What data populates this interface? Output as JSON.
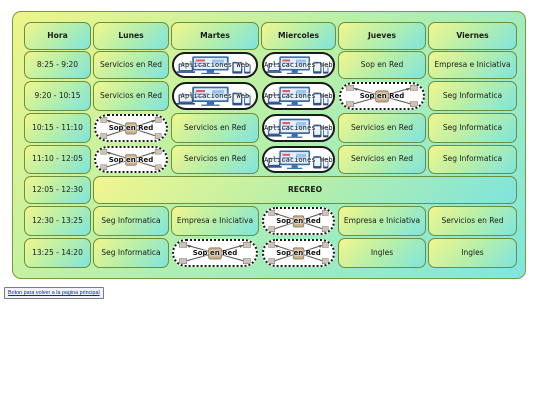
{
  "timetable": {
    "headers": [
      "Hora",
      "Lunes",
      "Martes",
      "Miercoles",
      "Jueves",
      "Viernes"
    ],
    "rows": [
      {
        "hora": "8:25 - 9:20",
        "cells": [
          {
            "type": "text",
            "label": "Servicios en Red"
          },
          {
            "type": "app",
            "label": "Aplicaciones Web"
          },
          {
            "type": "app",
            "label": "Aplicaciones Web"
          },
          {
            "type": "text",
            "label": "Sop en Red"
          },
          {
            "type": "text",
            "label": "Empresa e Iniciativa"
          }
        ]
      },
      {
        "hora": "9:20 - 10:15",
        "cells": [
          {
            "type": "text",
            "label": "Servicios en Red"
          },
          {
            "type": "app",
            "label": "Aplicaciones Web"
          },
          {
            "type": "app",
            "label": "Aplicaciones Web"
          },
          {
            "type": "sop",
            "label": "Sop en Red"
          },
          {
            "type": "text",
            "label": "Seg Informatica"
          }
        ]
      },
      {
        "hora": "10:15 - 11:10",
        "cells": [
          {
            "type": "sop",
            "label": "Sop en Red"
          },
          {
            "type": "text",
            "label": "Servicios en Red"
          },
          {
            "type": "app",
            "label": "Aplicaciones Web"
          },
          {
            "type": "text",
            "label": "Servicios en Red"
          },
          {
            "type": "text",
            "label": "Seg Informatica"
          }
        ]
      },
      {
        "hora": "11:10 - 12:05",
        "cells": [
          {
            "type": "sop",
            "label": "Sop en Red"
          },
          {
            "type": "text",
            "label": "Servicios en Red"
          },
          {
            "type": "app",
            "label": "Aplicaciones Web"
          },
          {
            "type": "text",
            "label": "Servicios en Red"
          },
          {
            "type": "text",
            "label": "Seg Informatica"
          }
        ]
      },
      {
        "hora": "12:05 - 12:30",
        "recreo": "RECREO"
      },
      {
        "hora": "12:30 - 13:25",
        "cells": [
          {
            "type": "text",
            "label": "Seg Informatica"
          },
          {
            "type": "text",
            "label": "Empresa e Iniciativa"
          },
          {
            "type": "sop",
            "label": "Sop en Red"
          },
          {
            "type": "text",
            "label": "Empresa e Iniciativa"
          },
          {
            "type": "text",
            "label": "Servicios en Red"
          }
        ]
      },
      {
        "hora": "13:25 - 14:20",
        "cells": [
          {
            "type": "text",
            "label": "Seg Informatica"
          },
          {
            "type": "sop",
            "label": "Sop en Red"
          },
          {
            "type": "sop",
            "label": "Sop en Red"
          },
          {
            "type": "text",
            "label": "Ingles"
          },
          {
            "type": "text",
            "label": "Ingles"
          }
        ]
      }
    ]
  },
  "back_button": {
    "label": "Boton para volver a la pagina principal"
  },
  "icons": {
    "app": "web-application-icon",
    "sop": "network-hub-icon"
  },
  "colors": {
    "cell_start": "#f1f68e",
    "cell_mid": "#b6efa9",
    "cell_end": "#7fe4de",
    "border": "#6e8f3a"
  }
}
